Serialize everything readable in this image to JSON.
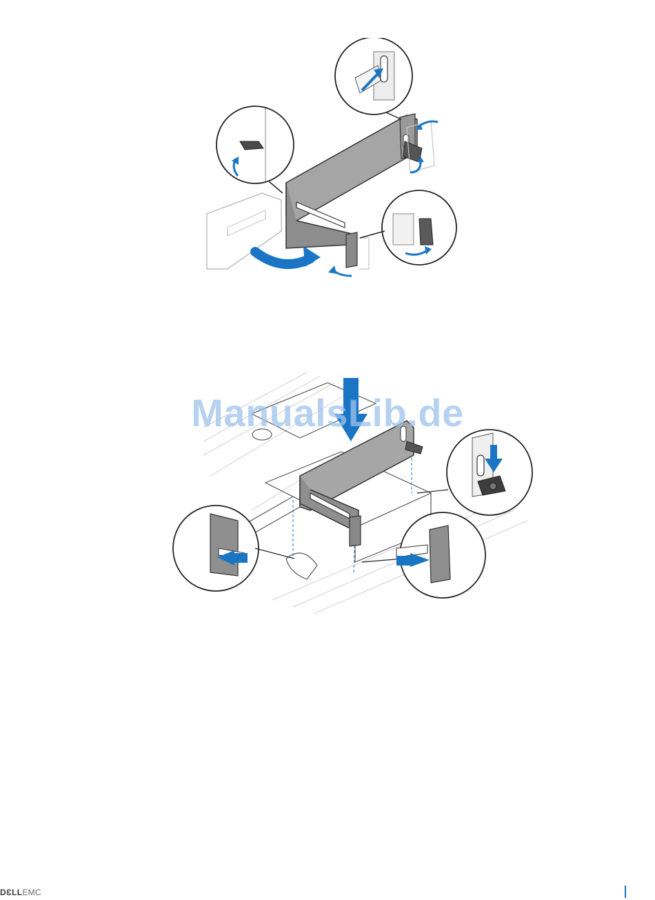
{
  "watermark": {
    "text": "ManualsLib.de"
  },
  "footer": {
    "logo_dell": "DƐLL",
    "logo_emc": "EMC"
  },
  "figures": [
    {
      "name": "bracket-removal-illustration",
      "arrow_color": "#1a75c5",
      "part_color": "#8f8f8f"
    },
    {
      "name": "bracket-installation-illustration",
      "arrow_color": "#1a75c5",
      "part_color": "#8f8f8f"
    }
  ]
}
